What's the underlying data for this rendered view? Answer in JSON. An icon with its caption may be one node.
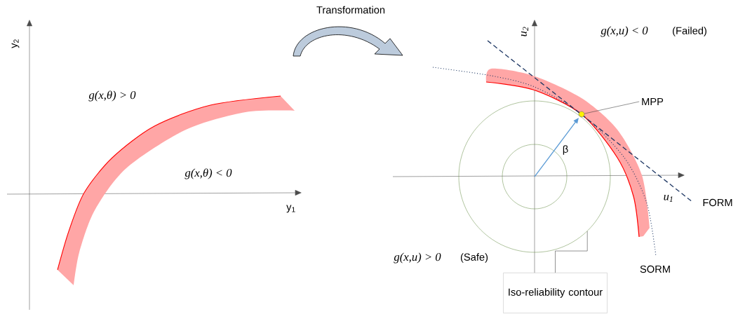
{
  "diagram": {
    "nodes": [
      {
        "text": [
          "Iso-reliability contour"
        ]
      },
      {
        "text": [
          "MPP"
        ]
      },
      {
        "text": [],
        "shape": "circle"
      },
      {
        "text": [],
        "shape": "circle"
      }
    ],
    "edges": [
      {
        "from": 0,
        "to": 3,
        "arrow": "none"
      },
      {
        "from": 1,
        "to": 2,
        "arrow": "none"
      }
    ],
    "labels": [
      "Transformation",
      "y$_{2}$",
      "g(x,θ) > 0",
      "g(x,θ) < 0",
      "y$_{1}$",
      "u$_{2}$",
      "g(x,u) < 0",
      "(Failed)",
      "β",
      "u$_{1}$",
      "FORM",
      "g(x,u) > 0",
      "(Safe)",
      "SORM"
    ]
  }
}
